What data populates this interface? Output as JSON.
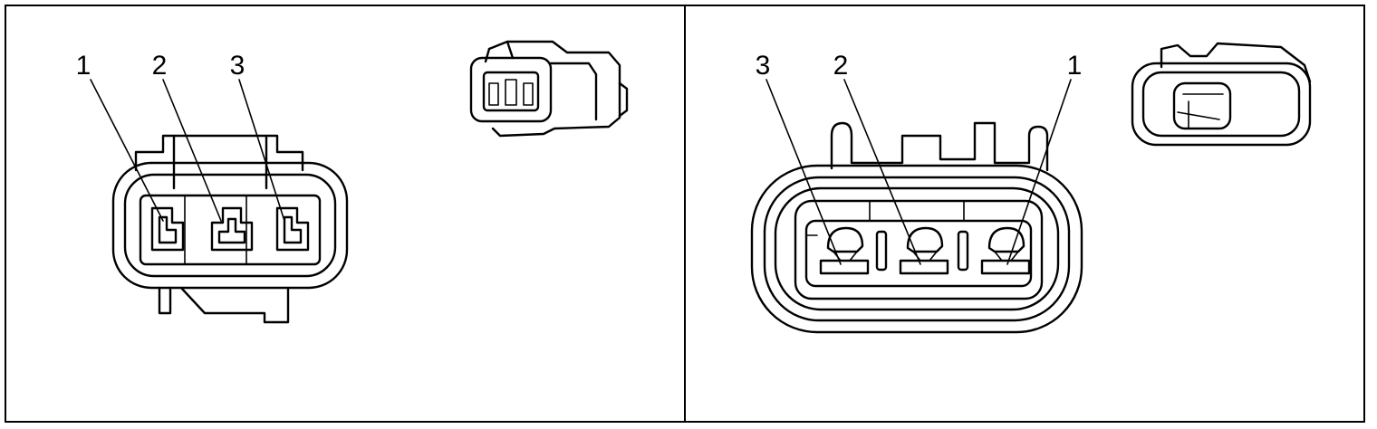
{
  "panels": [
    {
      "name": "left-connector-view",
      "pin_labels": [
        "1",
        "2",
        "3"
      ]
    },
    {
      "name": "right-connector-view",
      "pin_labels": [
        "3",
        "2",
        "1"
      ]
    }
  ],
  "colors": {
    "line": "#000000",
    "background": "#ffffff"
  }
}
